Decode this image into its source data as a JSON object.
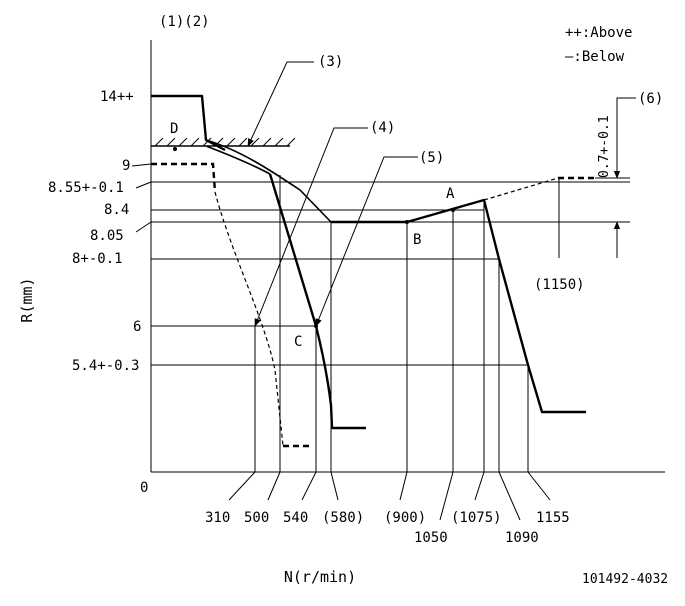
{
  "header": {
    "refs": "(1)(2)",
    "legend_above": "++:Above",
    "legend_below": "—:Below"
  },
  "axes": {
    "y_title": "R(mm)",
    "x_title": "N(r/min)",
    "origin": "0"
  },
  "r_labels": {
    "r14": "14++",
    "r9": "9",
    "r855": "8.55+-0.1",
    "r84": "8.4",
    "r805": "8.05",
    "r8": "8+-0.1",
    "r6": "6",
    "r54": "5.4+-0.3"
  },
  "n_labels": {
    "n310": "310",
    "n500": "500",
    "n540": "540",
    "n580": "(580)",
    "n900": "(900)",
    "n1050": "1050",
    "n1075": "(1075)",
    "n1090": "1090",
    "n1155": "1155",
    "n1150": "(1150)"
  },
  "callouts": {
    "c3": "(3)",
    "c4": "(4)",
    "c5": "(5)",
    "c6": "(6)",
    "delta": "0.7+-0.1"
  },
  "points": {
    "A": "A",
    "B": "B",
    "C": "C",
    "D": "D"
  },
  "footer": {
    "code": "101492-4032"
  }
}
